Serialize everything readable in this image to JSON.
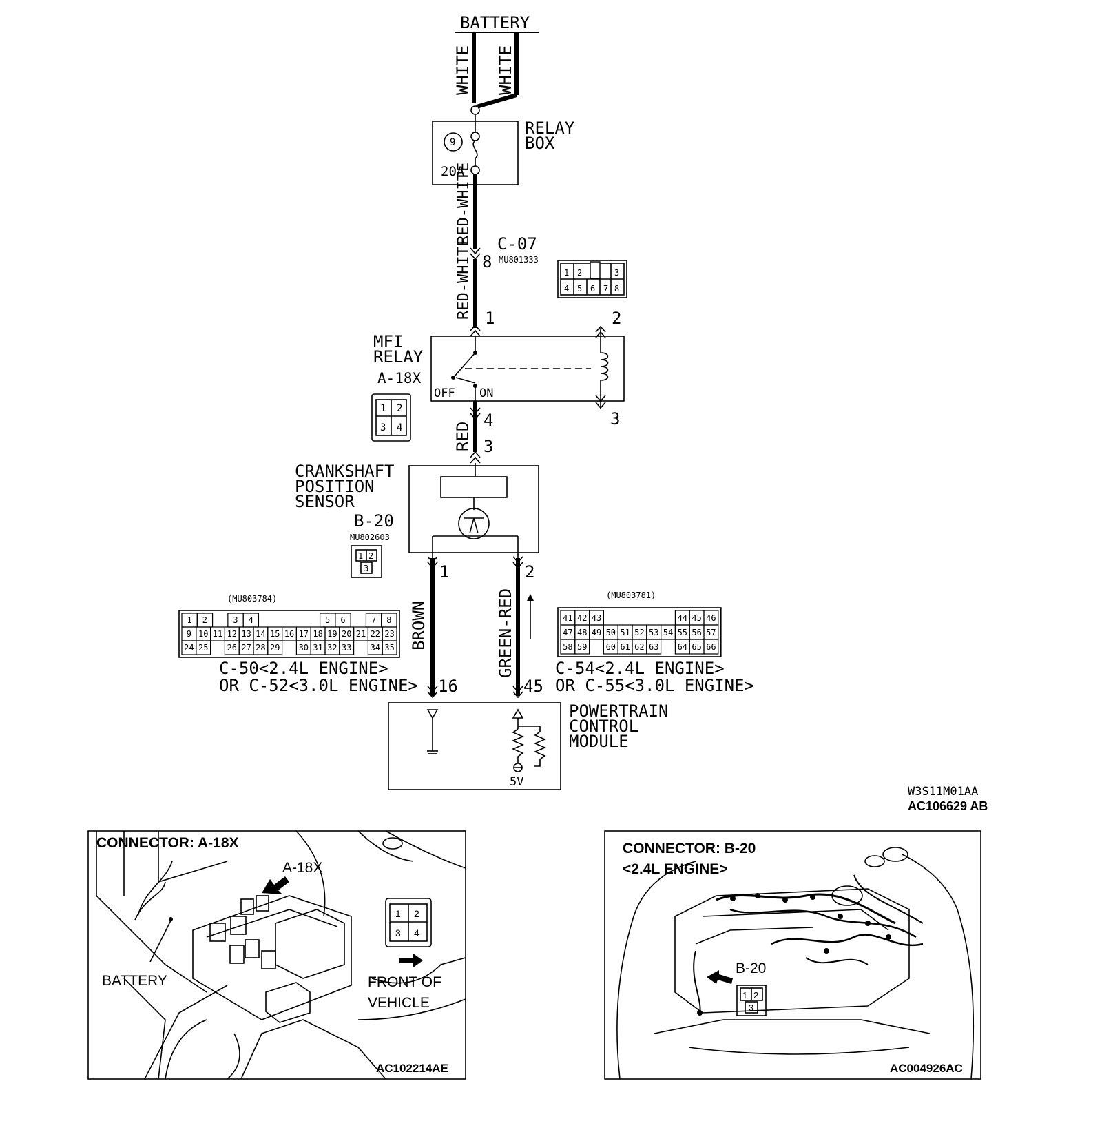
{
  "battery": {
    "label": "BATTERY",
    "wire_left": "WHITE",
    "wire_right": "WHITE"
  },
  "relay_box": {
    "title_line1": "RELAY",
    "title_line2": "BOX",
    "fuse_number": "9",
    "fuse_rating": "20A"
  },
  "wire_rw1": "RED-WHITE",
  "wire_rw2": "RED-WHITE",
  "connector_c07": {
    "name": "C-07",
    "part": "MU801333",
    "pin": "8",
    "pins_top": [
      "1",
      "2",
      "",
      "3"
    ],
    "pins_bottom": [
      "4",
      "5",
      "6",
      "7",
      "8"
    ]
  },
  "mfi_relay": {
    "title_line1": "MFI",
    "title_line2": "RELAY",
    "connector": "A-18X",
    "pin1": "1",
    "pin2": "2",
    "pin3": "3",
    "pin4": "4",
    "off": "OFF",
    "on": "ON",
    "pins": [
      "1",
      "2",
      "3",
      "4"
    ]
  },
  "wire_red": "RED",
  "crankshaft": {
    "title_line1": "CRANKSHAFT",
    "title_line2": "POSITION",
    "title_line3": "SENSOR",
    "connector": "B-20",
    "part": "MU802603",
    "pin_in": "3",
    "pin1": "1",
    "pin2": "2",
    "pins": [
      "1",
      "2",
      "3"
    ]
  },
  "wire_brown": "BROWN",
  "wire_green_red": "GREEN-RED",
  "conn_left": {
    "part": "(MU803784)",
    "row1": [
      "1",
      "2",
      "",
      "3",
      "4",
      "",
      "",
      "",
      "",
      "5",
      "6",
      "",
      "7",
      "8"
    ],
    "row2": [
      "9",
      "10",
      "11",
      "12",
      "13",
      "14",
      "15",
      "16",
      "17",
      "18",
      "19",
      "20",
      "21",
      "22",
      "23"
    ],
    "row3": [
      "24",
      "25",
      "",
      "26",
      "27",
      "28",
      "29",
      "",
      "30",
      "31",
      "32",
      "33",
      "",
      "34",
      "35"
    ],
    "label_line1": "C-50<2.4L ENGINE>",
    "label_line2": "OR C-52<3.0L ENGINE>",
    "pin": "16"
  },
  "conn_right": {
    "part": "(MU803781)",
    "row1": [
      "41",
      "42",
      "43",
      "",
      "",
      "",
      "",
      "",
      "44",
      "45",
      "46"
    ],
    "row2": [
      "47",
      "48",
      "49",
      "50",
      "51",
      "52",
      "53",
      "54",
      "55",
      "56",
      "57"
    ],
    "row3": [
      "58",
      "59",
      "",
      "60",
      "61",
      "62",
      "63",
      "",
      "64",
      "65",
      "66"
    ],
    "label_line1": "C-54<2.4L ENGINE>",
    "label_line2": "OR C-55<3.0L ENGINE>",
    "pin": "45"
  },
  "pcm": {
    "title_line1": "POWERTRAIN",
    "title_line2": "CONTROL",
    "title_line3": "MODULE",
    "voltage": "5V"
  },
  "figure_ids": {
    "code1": "W3S11M01AA",
    "code2": "AC106629 AB"
  },
  "photo_left": {
    "title": "CONNECTOR: A-18X",
    "callout": "A-18X",
    "battery": "BATTERY",
    "front_line1": "FRONT OF",
    "front_line2": "VEHICLE",
    "code": "AC102214AE",
    "pins": [
      "1",
      "2",
      "3",
      "4"
    ]
  },
  "photo_right": {
    "title_line1": "CONNECTOR: B-20",
    "title_line2": "<2.4L ENGINE>",
    "callout": "B-20",
    "code": "AC004926AC",
    "pins": [
      "1",
      "2",
      "3"
    ]
  }
}
